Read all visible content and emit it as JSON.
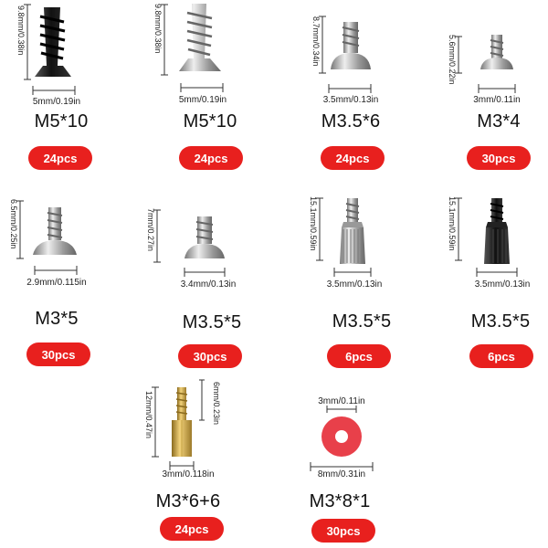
{
  "items": [
    {
      "model": "M5*10",
      "quantity": "24pcs",
      "height_dim": "9.8mm/0.38in",
      "width_dim": "5mm/0.19in",
      "finish": "#222222",
      "kind": "flat-head-screw"
    },
    {
      "model": "M5*10",
      "quantity": "24pcs",
      "height_dim": "9.8mm/0.38in",
      "width_dim": "5mm/0.19in",
      "finish": "#b8b8b8",
      "kind": "flat-head-screw"
    },
    {
      "model": "M3.5*6",
      "quantity": "24pcs",
      "height_dim": "8.7mm/0.34in",
      "width_dim": "3.5mm/0.13in",
      "finish": "#b8b8b8",
      "kind": "pan-head-screw"
    },
    {
      "model": "M3*4",
      "quantity": "30pcs",
      "height_dim": "5.6mm/0.22in",
      "width_dim": "3mm/0.11in",
      "finish": "#b8b8b8",
      "kind": "pan-head-screw"
    },
    {
      "model": "M3*5",
      "quantity": "30pcs",
      "height_dim": "6.5mm/0.25in",
      "width_dim": "2.9mm/0.115in",
      "finish": "#b8b8b8",
      "kind": "pan-head-screw"
    },
    {
      "model": "M3.5*5",
      "quantity": "30pcs",
      "height_dim": "7mm/0.27in",
      "width_dim": "3.4mm/0.13in",
      "finish": "#b8b8b8",
      "kind": "pan-head-screw"
    },
    {
      "model": "M3.5*5",
      "quantity": "6pcs",
      "height_dim": "15.1mm/0.59in",
      "width_dim": "3.5mm/0.13in",
      "finish": "#b8b8b8",
      "kind": "thumb-screw"
    },
    {
      "model": "M3.5*5",
      "quantity": "6pcs",
      "height_dim": "15.1mm/0.59in",
      "width_dim": "3.5mm/0.13in",
      "finish": "#222222",
      "kind": "thumb-screw"
    },
    {
      "model": "M3*6+6",
      "quantity": "24pcs",
      "height_dim": "12mm/0.47in",
      "height_dim_2": "6mm/0.23in",
      "width_dim": "3mm/0.118in",
      "finish": "#c9a23a",
      "kind": "standoff"
    },
    {
      "model": "M3*8*1",
      "quantity": "30pcs",
      "inner_dim": "3mm/0.11in",
      "width_dim": "8mm/0.31in",
      "finish": "#e8404a",
      "kind": "washer"
    }
  ],
  "colors": {
    "badge": "#e8201e",
    "badge_text": "#ffffff",
    "line": "#333333"
  },
  "icons": [
    "black-flat-screw-icon",
    "silver-flat-screw-icon",
    "pan-head-screw-icon",
    "thumb-screw-icon",
    "brass-standoff-icon",
    "red-washer-icon"
  ]
}
